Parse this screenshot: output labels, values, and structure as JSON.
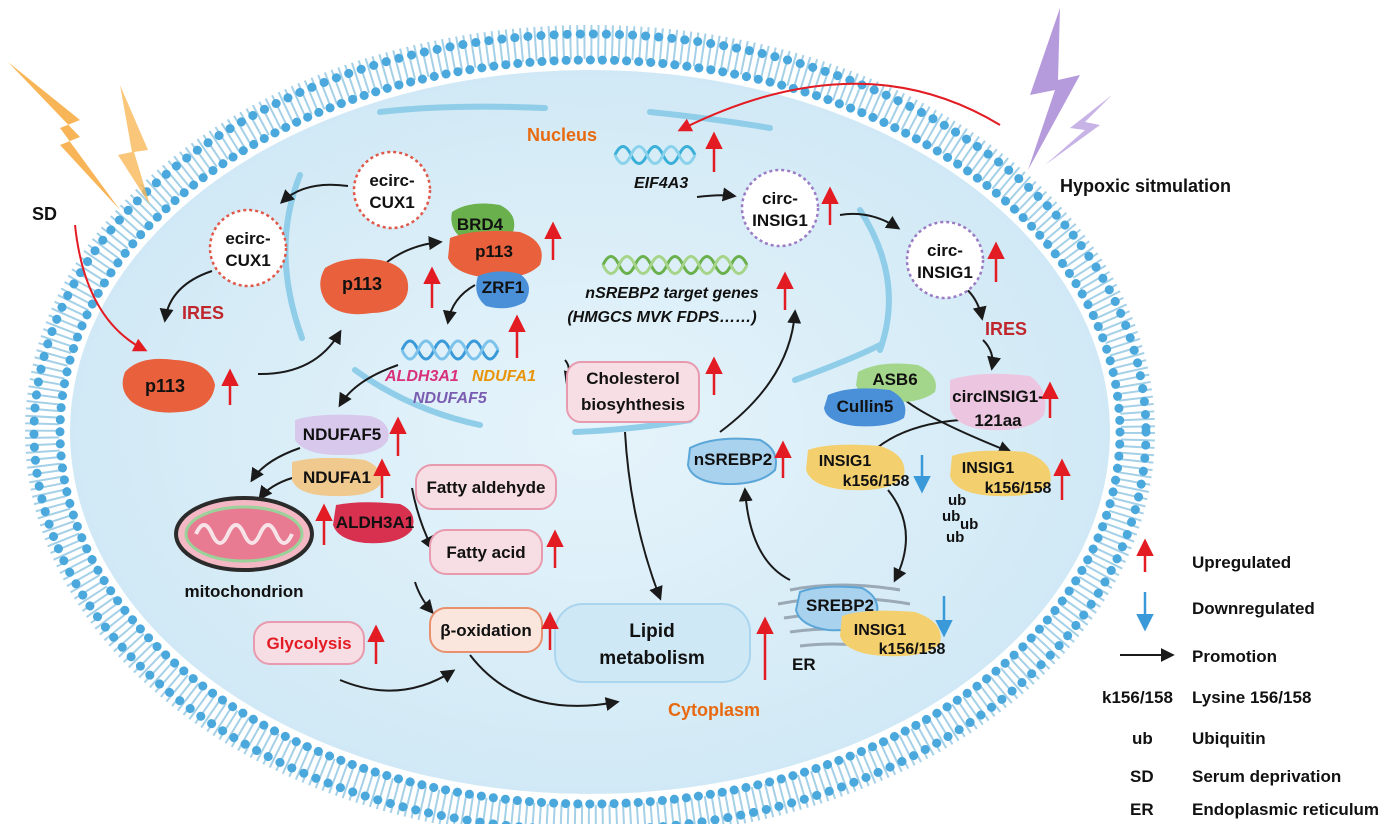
{
  "labels": {
    "sd": "SD",
    "hypoxic": "Hypoxic sitmulation",
    "nucleus": "Nucleus",
    "cytoplasm": "Cytoplasm",
    "ires_left": "IRES",
    "ires_right": "IRES",
    "mitochondrion": "mitochondrion",
    "er": "ER"
  },
  "nodes": {
    "ecirc_a_line1": "ecirc-",
    "ecirc_a_line2": "CUX1",
    "ecirc_b_line1": "ecirc-",
    "ecirc_b_line2": "CUX1",
    "p113_cyto": "p113",
    "p113_nuc": "p113",
    "brd4": "BRD4",
    "p113_complex": "p113",
    "zrf1": "ZRF1",
    "aldh3a1_gene": "ALDH3A1",
    "ndufa1_gene": "NDUFA1",
    "ndufaf5_gene": "NDUFAF5",
    "ndufaf5_protein": "NDUFAF5",
    "ndufa_protein": "NDUFA1",
    "aldh3a1_protein": "ALDH3A1",
    "fatty_aldehyde": "Fatty aldehyde",
    "fatty_acid": "Fatty acid",
    "beta_oxidation": "β-oxidation",
    "glycolysis": "Glycolysis",
    "lipid_line1": "Lipid",
    "lipid_line2": "metabolism",
    "chol_line1": "Cholesterol",
    "chol_line2": "biosyhthesis",
    "eif4a3": "EIF4A3",
    "circ_insig1_nuc_line1": "circ-",
    "circ_insig1_nuc_line2": "INSIG1",
    "circ_insig1_cyto_line1": "circ-",
    "circ_insig1_cyto_line2": "INSIG1",
    "target_genes_line1": "nSREBP2 target genes",
    "target_genes_line2": "(HMGCS  MVK  FDPS……)",
    "nsrebp2": "nSREBP2",
    "asb6": "ASB6",
    "cullin5": "Cullin5",
    "circinsig1_121aa_line1": "circINSIG1-",
    "circinsig1_121aa_line2": "121aa",
    "insig1_left_line1": "INSIG1",
    "insig1_left_line2": "k156/158",
    "insig1_right_line1": "INSIG1",
    "insig1_right_line2": "k156/158",
    "ub1": "ub",
    "ub2": "ub",
    "ub3": "ub",
    "ub4": "ub",
    "srebp2": "SREBP2",
    "insig1_er_line1": "INSIG1",
    "insig1_er_line2": "k156/158"
  },
  "legend": {
    "upregulated": "Upregulated",
    "downregulated": "Downregulated",
    "promotion": "Promotion",
    "k156_key": "k156/158",
    "k156_desc": "Lysine 156/158",
    "ub_key": "ub",
    "ub_desc": "Ubiquitin",
    "sd_key": "SD",
    "sd_desc": "Serum deprivation",
    "er_key": "ER",
    "er_desc": "Endoplasmic reticulum"
  },
  "colors": {
    "cell_fill": "#d9eef8",
    "membrane_head": "#4aa8dc",
    "nucleus_line": "#8fcde9",
    "up_arrow": "#e31b23",
    "down_arrow": "#3a9ad9",
    "orange_label": "#e86a10",
    "dark_red_label": "#c0272d",
    "p113_protein": "#e8603c",
    "brd4_protein": "#6ab04c",
    "zrf1_protein": "#4a90d9",
    "pink_box": "#f7dde4",
    "lipid_box": "#cfe8f6",
    "circ_purple": "#9b7cc4",
    "ecirc_red": "#e0584a",
    "insig_yellow": "#f3cf6e",
    "lightning_orange": "#f7a83a",
    "lightning_purple": "#a98ad6"
  }
}
